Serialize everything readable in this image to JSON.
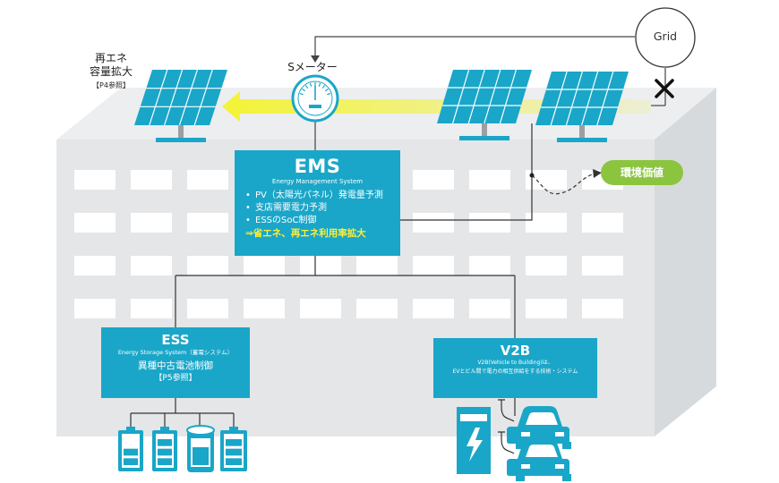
{
  "labels": {
    "renew_title": "再エネ",
    "renew_title2": "容量拡大",
    "renew_ref": "【P4参照】",
    "smeter": "Sメーター",
    "grid": "Grid",
    "eco_value": "環境価値"
  },
  "ems": {
    "title": "EMS",
    "subtitle": "Energy Management System",
    "items": [
      "PV（太陽光パネル）発電量予測",
      "支店需要電力予測",
      "ESSのSoC制御"
    ],
    "highlight": "⇒省エネ、再エネ利用率拡大"
  },
  "ess": {
    "title": "ESS",
    "subtitle": "Energy Storage System（蓄電システム）",
    "description": "異種中古電池制御",
    "ref": "【P5参照】"
  },
  "v2b": {
    "title": "V2B",
    "subtitle_line1": "V2B(Vehicle to Building)は、",
    "subtitle_line2": "EVとビル間で電力の相互供給をする技術・システム"
  },
  "colors": {
    "accent": "#1aa6c8",
    "building": "#e6e8ea",
    "building_side": "#d5d8da",
    "highlight": "#ffef3a",
    "eco": "#8bc53f",
    "arrow": "#f3f33a"
  },
  "icons": [
    "solar-panel-icon",
    "smart-meter-icon",
    "battery-icon",
    "ev-charger-icon",
    "electric-car-icon",
    "cross-mark-icon"
  ]
}
